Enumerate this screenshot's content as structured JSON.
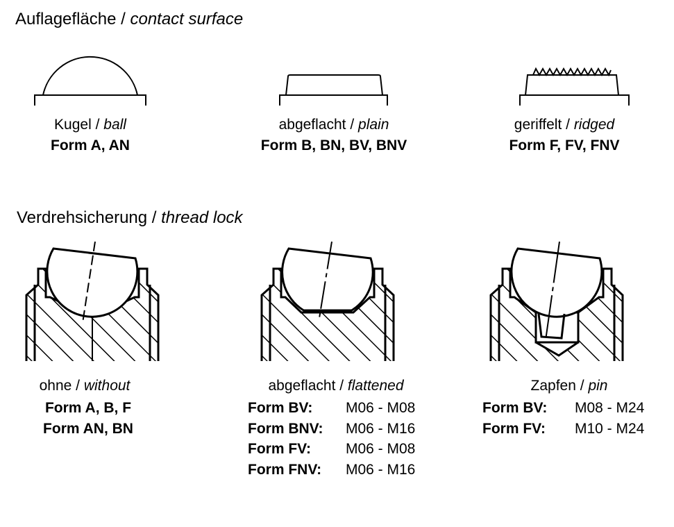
{
  "sections": [
    {
      "title_de": "Auflagefläche",
      "title_en": "contact surface"
    },
    {
      "title_de": "Verdrehsicherung",
      "title_en": "thread lock"
    }
  ],
  "sep": " / ",
  "contact": [
    {
      "de": "Kugel",
      "en": "ball",
      "forms": "Form A, AN"
    },
    {
      "de": "abgeflacht",
      "en": "plain",
      "forms": "Form B, BN, BV, BNV"
    },
    {
      "de": "geriffelt",
      "en": "ridged",
      "forms": "Form F, FV, FNV"
    }
  ],
  "lock": [
    {
      "de": "ohne",
      "en": "without",
      "forms": [
        "Form A, B, F",
        "Form AN, BN"
      ]
    },
    {
      "de": "abgeflacht",
      "en": "flattened",
      "rows": [
        {
          "form": "Form BV:",
          "range": "M06 - M08"
        },
        {
          "form": "Form BNV:",
          "range": "M06 - M16"
        },
        {
          "form": "Form FV:",
          "range": "M06 - M08"
        },
        {
          "form": "Form FNV:",
          "range": "M06 - M16"
        }
      ]
    },
    {
      "de": "Zapfen",
      "en": "pin",
      "rows": [
        {
          "form": "Form BV:",
          "range": "M08 - M24"
        },
        {
          "form": "Form FV:",
          "range": "M10 - M24"
        }
      ]
    }
  ]
}
